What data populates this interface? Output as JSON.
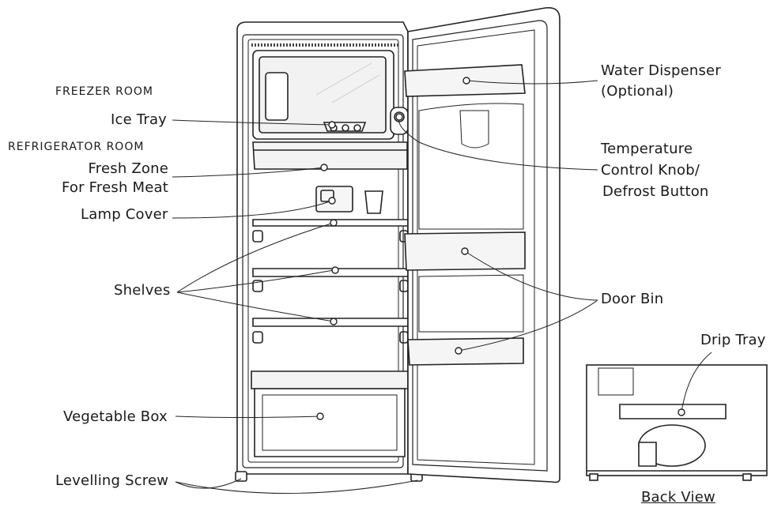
{
  "headers": {
    "freezer": "FREEZER ROOM",
    "refrigerator": "REFRIGERATOR ROOM"
  },
  "labels": {
    "ice_tray": "Ice Tray",
    "fresh_zone_1": "Fresh Zone",
    "fresh_zone_2": "For Fresh Meat",
    "lamp_cover": "Lamp Cover",
    "shelves": "Shelves",
    "vegetable_box": "Vegetable Box",
    "levelling_screw": "Levelling Screw",
    "water_dispenser_1": "Water Dispenser",
    "water_dispenser_2": "(Optional)",
    "temp_1": "Temperature",
    "temp_2": "Control Knob/",
    "temp_3": "Defrost Button",
    "door_bin": "Door Bin",
    "drip_tray": "Drip Tray",
    "back_view": "Back View"
  }
}
